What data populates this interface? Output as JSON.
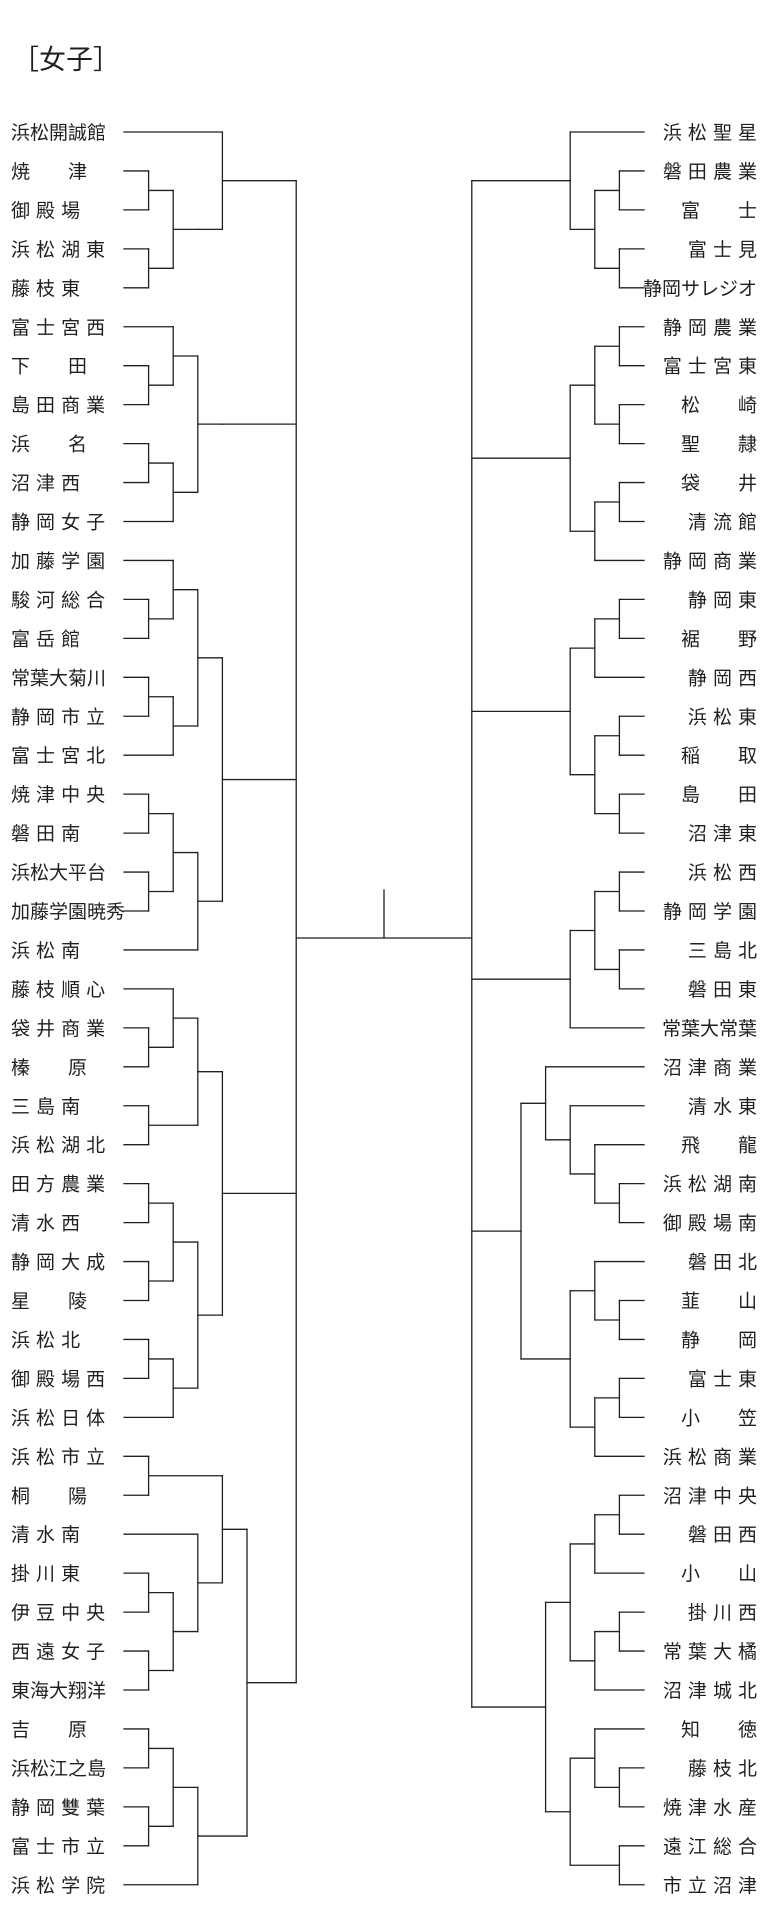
{
  "title": "［女子］",
  "left_teams": [
    "浜松開誠館",
    "焼　　津",
    "御 殿 場",
    "浜 松 湖 東",
    "藤 枝 東",
    "富 士 宮 西",
    "下　　田",
    "島 田 商 業",
    "浜　　名",
    "沼 津 西",
    "静 岡 女 子",
    "加 藤 学 園",
    "駿 河 総 合",
    "富 岳 館",
    "常葉大菊川",
    "静 岡 市 立",
    "富 士 宮 北",
    "焼 津 中 央",
    "磐 田 南",
    "浜松大平台",
    "加藤学園暁秀",
    "浜 松 南",
    "藤 枝 順 心",
    "袋 井 商 業",
    "榛　　原",
    "三 島 南",
    "浜 松 湖 北",
    "田 方 農 業",
    "清 水 西",
    "静 岡 大 成",
    "星　　陵",
    "浜 松 北",
    "御 殿 場 西",
    "浜 松 日 体",
    "浜 松 市 立",
    "桐　　陽",
    "清 水 南",
    "掛 川 東",
    "伊 豆 中 央",
    "西 遠 女 子",
    "東海大翔洋",
    "吉　　原",
    "浜松江之島",
    "静 岡 雙 葉",
    "富 士 市 立",
    "浜 松 学 院"
  ],
  "right_teams": [
    "浜 松 聖 星",
    "磐 田 農 業",
    "富　　士",
    "富 士 見",
    "静岡サレジオ",
    "静 岡 農 業",
    "富 士 宮 東",
    "松　　崎",
    "聖　　隷",
    "袋　　井",
    "清 流 館",
    "静 岡 商 業",
    "静 岡 東",
    "裾　　野",
    "静 岡 西",
    "浜 松 東",
    "稲　　取",
    "島　　田",
    "沼 津 東",
    "浜 松 西",
    "静 岡 学 園",
    "三 島 北",
    "磐 田 東",
    "常葉大常葉",
    "沼 津 商 業",
    "清 水 東",
    "飛　　龍",
    "浜 松 湖 南",
    "御 殿 場 南",
    "磐 田 北",
    "韮　　山",
    "静　　岡",
    "富 士 東",
    "小　　笠",
    "浜 松 商 業",
    "沼 津 中 央",
    "磐 田 西",
    "小　　山",
    "掛 川 西",
    "常 葉 大 橘",
    "沼 津 城 北",
    "知　　徳",
    "藤 枝 北",
    "焼 津 水 産",
    "遠 江 総 合",
    "市 立 沼 津"
  ],
  "left_bracket": [
    [
      "浜松開誠館",
      [
        [
          [
            "焼　　津",
            "御 殿 場"
          ],
          [
            "浜 松 湖 東",
            "藤 枝 東"
          ]
        ]
      ]
    ],
    [
      [
        [
          "富 士 宮 西",
          [
            "下　　田",
            "島 田 商 業"
          ]
        ],
        [
          [
            "浜　　名",
            "沼 津 西"
          ],
          "静 岡 女 子"
        ]
      ]
    ],
    [
      [
        [
          "加 藤 学 園",
          [
            "駿 河 総 合",
            "富 岳 館"
          ]
        ],
        [
          [
            "常葉大菊川",
            "静 岡 市 立"
          ],
          "富 士 宮 北"
        ]
      ],
      [
        [
          [
            "焼 津 中 央",
            "磐 田 南"
          ],
          [
            "浜松大平台",
            "加藤学園暁秀"
          ]
        ],
        "浜 松 南"
      ]
    ],
    [
      [
        [
          "藤 枝 順 心",
          [
            "袋 井 商 業",
            "榛　　原"
          ]
        ],
        [
          "三 島 南",
          "浜 松 湖 北"
        ]
      ],
      [
        [
          [
            "田 方 農 業",
            "清 水 西"
          ],
          [
            "静 岡 大 成",
            "星　　陵"
          ]
        ],
        [
          [
            "浜 松 北",
            "御 殿 場 西"
          ],
          "浜 松 日 体"
        ]
      ]
    ],
    [
      [
        [
          "浜 松 市 立",
          "桐　　陽"
        ],
        [
          "清 水 南",
          [
            [
              "掛 川 東",
              "伊 豆 中 央"
            ],
            [
              "西 遠 女 子",
              "東海大翔洋"
            ]
          ]
        ]
      ],
      [
        [
          [
            "吉　　原",
            "浜松江之島"
          ],
          [
            "静 岡 雙 葉",
            "富 士 市 立"
          ]
        ],
        "浜 松 学 院"
      ]
    ]
  ],
  "right_bracket": [
    [
      "浜 松 聖 星",
      [
        [
          "磐 田 農 業",
          "富　　士"
        ],
        [
          "富 士 見",
          "静岡サレジオ"
        ]
      ]
    ],
    [
      [
        [
          "静 岡 農 業",
          "富 士 宮 東"
        ],
        [
          "松　　崎",
          "聖　　隷"
        ]
      ],
      [
        [
          "袋　　井",
          "清 流 館"
        ],
        "静 岡 商 業"
      ]
    ],
    [
      [
        [
          "静 岡 東",
          "裾　　野"
        ],
        "静 岡 西"
      ],
      [
        [
          "浜 松 東",
          "稲　　取"
        ],
        [
          "島　　田",
          "沼 津 東"
        ]
      ]
    ],
    [
      [
        [
          "浜 松 西",
          "静 岡 学 園"
        ],
        [
          "三 島 北",
          "磐 田 東"
        ]
      ],
      "常葉大常葉"
    ],
    [
      [
        "沼 津 商 業",
        [
          "清 水 東",
          [
            "飛　　龍",
            [
              "浜 松 湖 南",
              "御 殿 場 南"
            ]
          ]
        ]
      ],
      [
        [
          "磐 田 北",
          [
            "韮　　山",
            "静　　岡"
          ]
        ],
        [
          [
            "富 士 東",
            "小　　笠"
          ],
          "浜 松 商 業"
        ]
      ]
    ],
    [
      [
        [
          [
            "沼 津 中 央",
            "磐 田 西"
          ],
          "小　　山"
        ],
        [
          [
            "掛 川 西",
            "常 葉 大 橘"
          ],
          "沼 津 城 北"
        ]
      ],
      [
        [
          "知　　徳",
          [
            "藤 枝 北",
            "焼 津 水 産"
          ]
        ],
        [
          "遠 江 総 合",
          "市 立 沼 津"
        ]
      ]
    ]
  ]
}
